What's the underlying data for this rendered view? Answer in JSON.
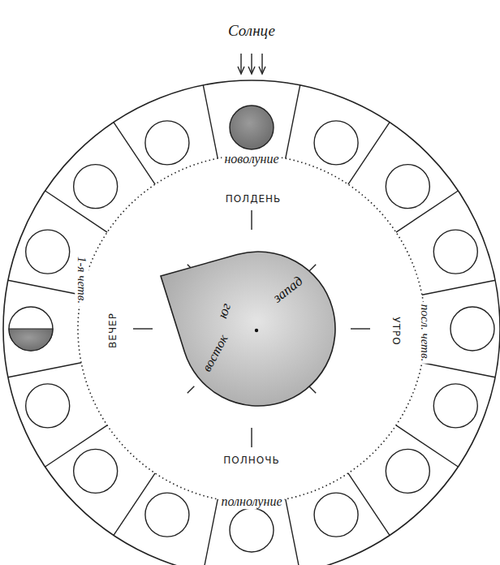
{
  "diagram": {
    "nodes": [
      {
        "text": [
          "запад",
          "юг",
          "восток"
        ]
      }
    ],
    "labels": [
      "Солнце",
      "новолуние",
      "ПОЛДЕНЬ",
      "1-я четв.",
      "ВЕЧЕР",
      "УТРО",
      "посл. четв.",
      "ПОЛНОЧЬ",
      "полнолуние"
    ]
  }
}
